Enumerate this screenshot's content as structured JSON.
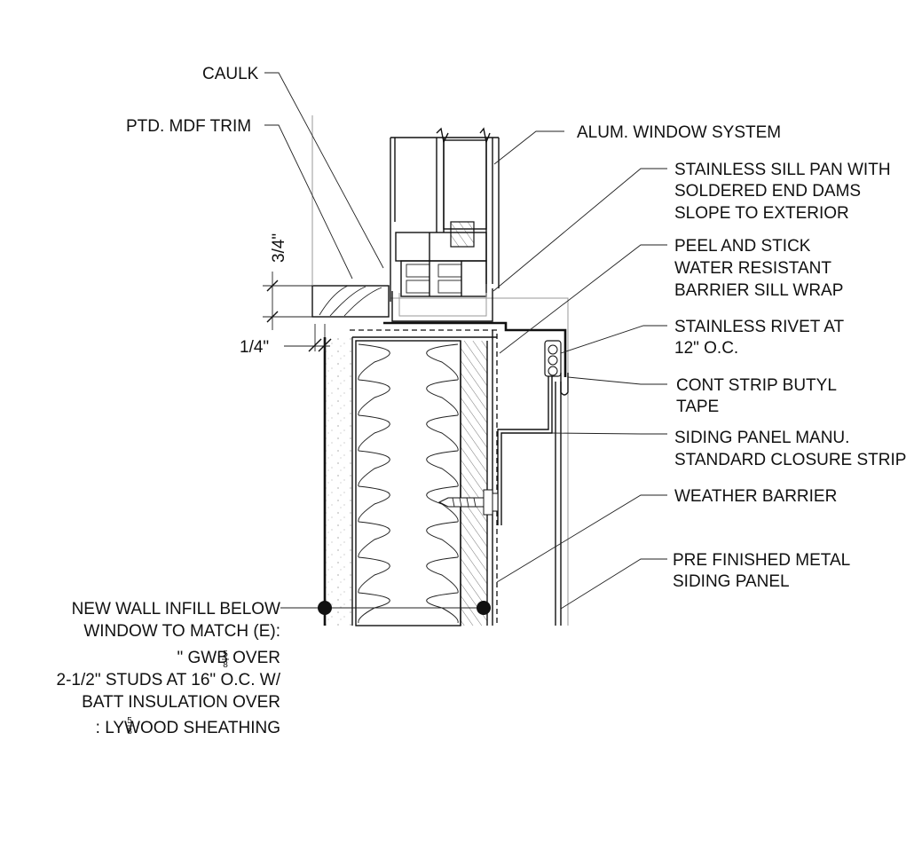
{
  "labels": {
    "caulk": "CAULK",
    "trim": "PTD. MDF TRIM",
    "window": "ALUM. WINDOW SYSTEM",
    "sill_pan": [
      "STAINLESS SILL PAN WITH",
      "SOLDERED END DAMS",
      "SLOPE TO EXTERIOR"
    ],
    "sill_wrap": [
      "PEEL AND STICK",
      "WATER RESISTANT",
      "BARRIER SILL WRAP"
    ],
    "rivet": [
      "STAINLESS RIVET AT",
      "12\" O.C."
    ],
    "butyl": [
      "CONT STRIP BUTYL",
      "TAPE"
    ],
    "closure": [
      "SIDING PANEL MANU.",
      "STANDARD CLOSURE STRIP"
    ],
    "weather_barrier": "WEATHER BARRIER",
    "metal_panel": [
      "PRE FINISHED METAL",
      "SIDING PANEL"
    ],
    "infill": {
      "line1": "NEW WALL INFILL BELOW",
      "line2": "WINDOW TO MATCH (E):",
      "line3": "\" GWB OVER",
      "line4": "2-1/2\" STUDS AT 16\" O.C. W/",
      "line5": "BATT INSULATION OVER",
      "line6": ": LYWOOD SHEATHING",
      "frac_num": "5",
      "frac_den": "8"
    }
  },
  "dimensions": {
    "trim_height": "3/4\"",
    "offset": "1/4\""
  }
}
